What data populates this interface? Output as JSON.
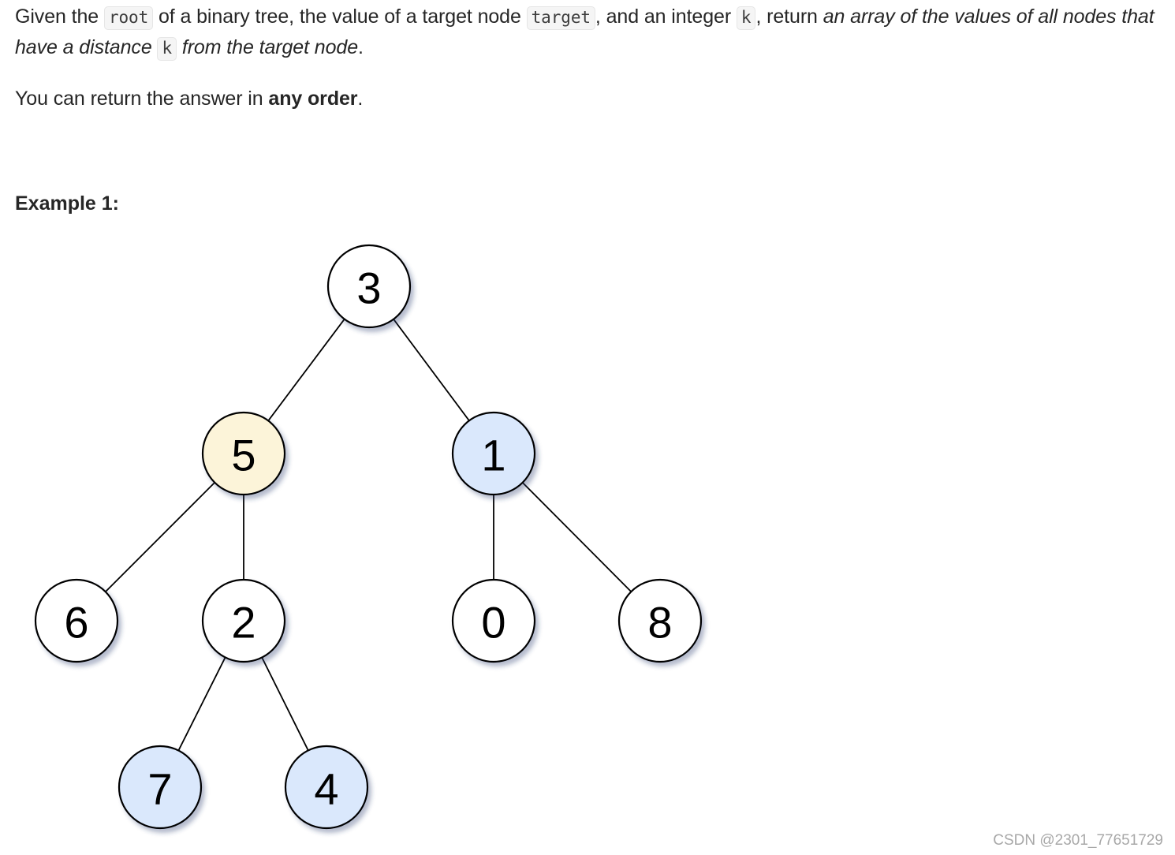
{
  "description": {
    "p1_t1": "Given the ",
    "code_root": "root",
    "p1_t2": " of a binary tree, the value of a target node ",
    "code_target": "target",
    "p1_t3": ", and an integer ",
    "code_k": "k",
    "p1_t4": ", return ",
    "p1_em1": "an array of the values of all nodes that have a distance ",
    "code_k2": "k",
    "p1_em2": " from the target node",
    "p1_end": ".",
    "p2_t1": "You can return the answer in ",
    "p2_strong": "any order",
    "p2_end": "."
  },
  "example": {
    "title": "Example 1:"
  },
  "tree": {
    "nodes": [
      {
        "id": "n3",
        "label": "3",
        "fill": "#ffffff",
        "stroke": "#000000"
      },
      {
        "id": "n5",
        "label": "5",
        "fill": "#fcf4d9",
        "stroke": "#d6b656"
      },
      {
        "id": "n1",
        "label": "1",
        "fill": "#dae8fc",
        "stroke": "#6c8ebf"
      },
      {
        "id": "n6",
        "label": "6",
        "fill": "#ffffff",
        "stroke": "#000000"
      },
      {
        "id": "n2",
        "label": "2",
        "fill": "#ffffff",
        "stroke": "#000000"
      },
      {
        "id": "n0",
        "label": "0",
        "fill": "#ffffff",
        "stroke": "#000000"
      },
      {
        "id": "n8",
        "label": "8",
        "fill": "#ffffff",
        "stroke": "#000000"
      },
      {
        "id": "n7",
        "label": "7",
        "fill": "#dae8fc",
        "stroke": "#6c8ebf"
      },
      {
        "id": "n4",
        "label": "4",
        "fill": "#dae8fc",
        "stroke": "#6c8ebf"
      }
    ],
    "edges": [
      [
        "n3",
        "n5"
      ],
      [
        "n3",
        "n1"
      ],
      [
        "n5",
        "n6"
      ],
      [
        "n5",
        "n2"
      ],
      [
        "n1",
        "n0"
      ],
      [
        "n1",
        "n8"
      ],
      [
        "n2",
        "n7"
      ],
      [
        "n2",
        "n4"
      ]
    ]
  },
  "watermark": "CSDN @2301_77651729"
}
